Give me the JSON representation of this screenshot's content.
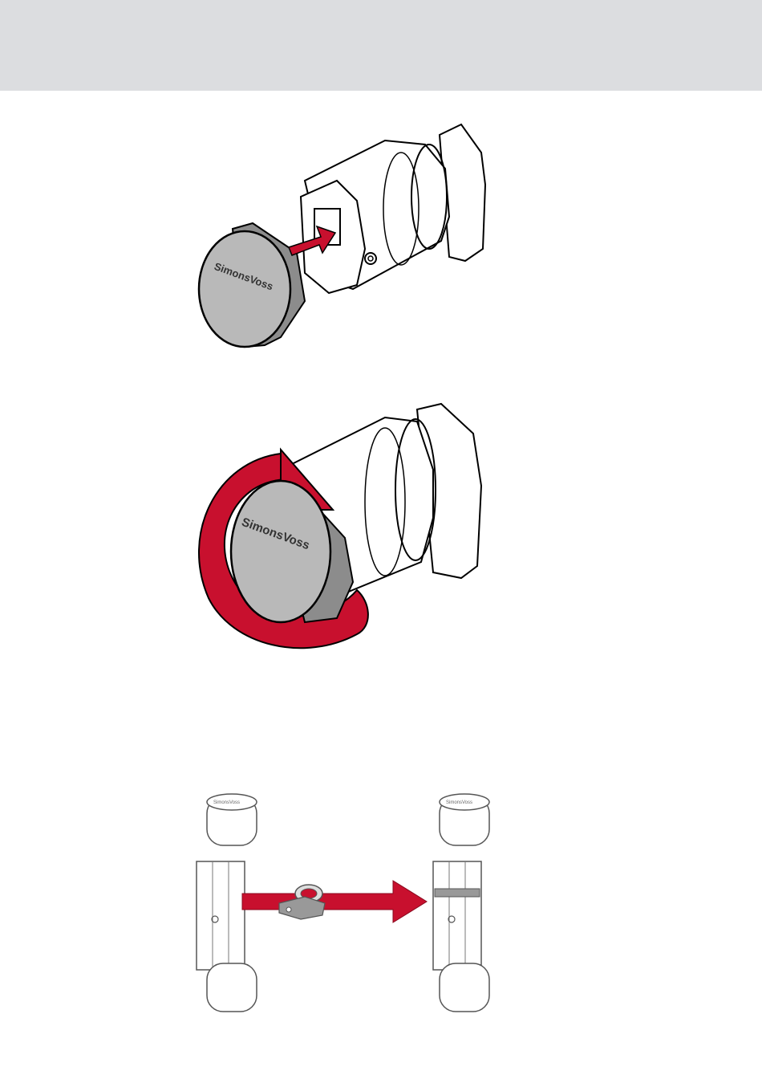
{
  "header": {},
  "figures": {
    "insert_cap": {
      "brand_logo_text": "SimonsVoss"
    },
    "rotate_cap": {
      "brand_logo_text": "SimonsVoss"
    },
    "transfer_part": {
      "brand_logo_text": "SimonsVoss"
    }
  },
  "colors": {
    "header_band": "#dcdde0",
    "accent_red": "#c8102e",
    "cap_gray": "#b9b9b9",
    "line_black": "#000000"
  }
}
